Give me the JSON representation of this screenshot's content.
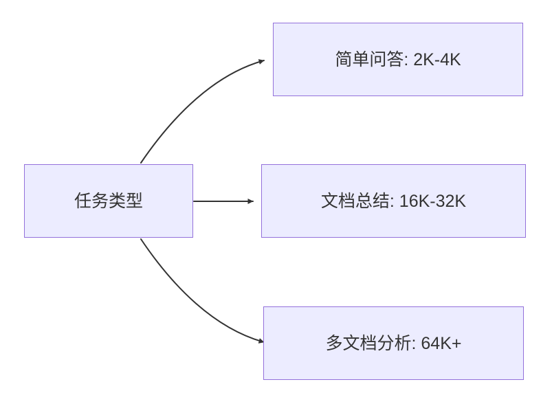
{
  "diagram": {
    "type": "flowchart",
    "direction": "left-to-right",
    "root": {
      "label": "任务类型"
    },
    "nodes": [
      {
        "label": "简单问答: 2K-4K"
      },
      {
        "label": "文档总结: 16K-32K"
      },
      {
        "label": "多文档分析: 64K+"
      }
    ],
    "edges": [
      {
        "from": "任务类型",
        "to": "简单问答: 2K-4K"
      },
      {
        "from": "任务类型",
        "to": "文档总结: 16K-32K"
      },
      {
        "from": "任务类型",
        "to": "多文档分析: 64K+"
      }
    ],
    "colors": {
      "node_fill": "#ECECFF",
      "node_border": "#9370DB",
      "arrow": "#333333",
      "text": "#333333",
      "background": "#ffffff"
    }
  }
}
